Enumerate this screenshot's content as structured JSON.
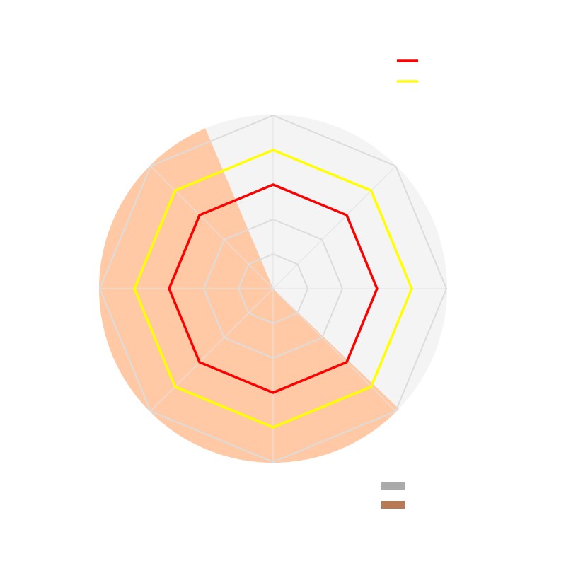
{
  "chart_data": {
    "type": "radar",
    "axes_count": 8,
    "rings": 5,
    "rmax": 5,
    "title": "",
    "series": [
      {
        "color": "#ff0000",
        "values": [
          3,
          3,
          3,
          3,
          3,
          3,
          3,
          3
        ]
      },
      {
        "color": "#ffff00",
        "values": [
          4,
          4,
          4,
          4,
          4,
          4,
          4,
          4
        ]
      }
    ],
    "background": {
      "disc_color": "#f4f4f4",
      "sector_color": "#ffc9a6",
      "sector_fraction": 0.565
    },
    "legend_bottom": [
      {
        "color": "#aaaaaa"
      },
      {
        "color": "#b87a55"
      }
    ],
    "grid": true,
    "legend_position": "top-right"
  }
}
